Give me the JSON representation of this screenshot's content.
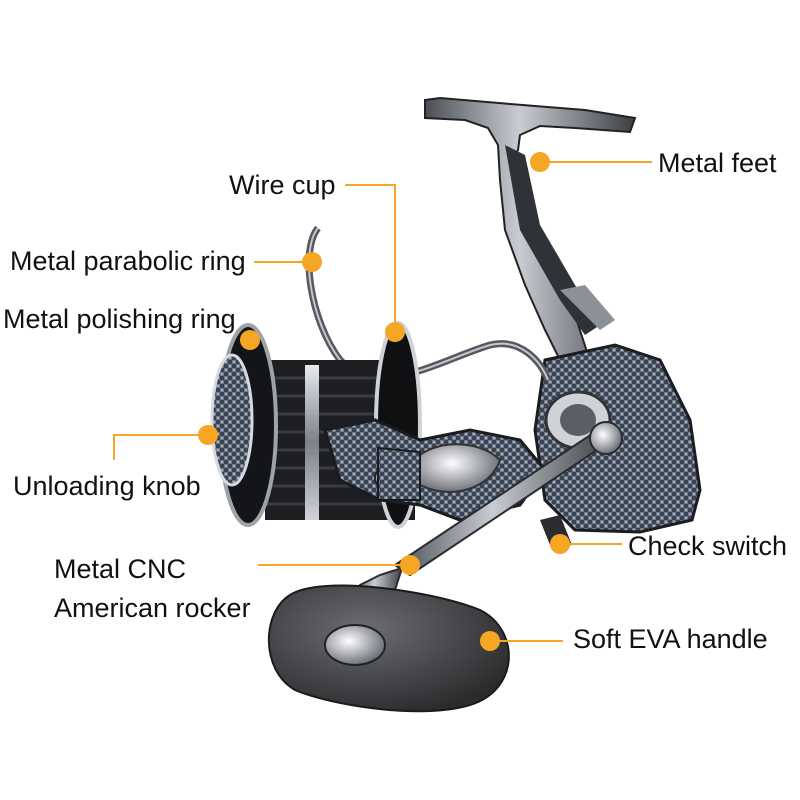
{
  "diagram": {
    "subject": "spinning fishing reel",
    "accent_color": "#f5a623",
    "callouts": [
      {
        "id": "metal-feet",
        "text": "Metal feet"
      },
      {
        "id": "wire-cup",
        "text": "Wire cup"
      },
      {
        "id": "metal-parabolic-ring",
        "text": "Metal parabolic ring"
      },
      {
        "id": "metal-polishing-ring",
        "text": "Metal polishing ring"
      },
      {
        "id": "unloading-knob",
        "text": "Unloading knob"
      },
      {
        "id": "check-switch",
        "text": "Check switch"
      },
      {
        "id": "metal-cnc-line1",
        "text": "Metal CNC"
      },
      {
        "id": "metal-cnc-line2",
        "text": "American rocker"
      },
      {
        "id": "soft-eva-handle",
        "text": "Soft EVA handle"
      }
    ]
  }
}
